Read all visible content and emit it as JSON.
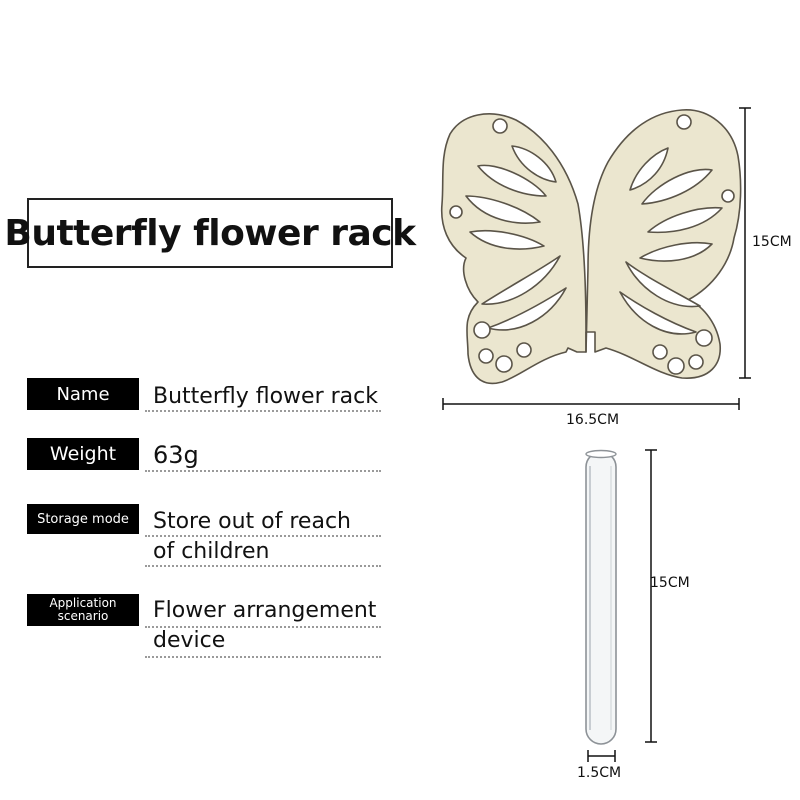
{
  "title": "Butterfly flower rack",
  "specs": [
    {
      "label": "Name",
      "value_lines": [
        "Butterfly flower rack"
      ]
    },
    {
      "label": "Weight",
      "value_lines": [
        "63g"
      ]
    },
    {
      "label": "Storage mode",
      "value_lines": [
        "Store out of reach",
        "of children"
      ]
    },
    {
      "label_lines": [
        "Application",
        "scenario"
      ],
      "value_lines": [
        "Flower arrangement",
        "device"
      ]
    }
  ],
  "dimensions": {
    "rack_height": "15CM",
    "rack_width": "16.5CM",
    "tube_height": "15CM",
    "tube_diameter": "1.5CM"
  },
  "colors": {
    "wood": "#ebe6cf",
    "wood_edge": "#5a5448",
    "label_bg": "#000000"
  }
}
